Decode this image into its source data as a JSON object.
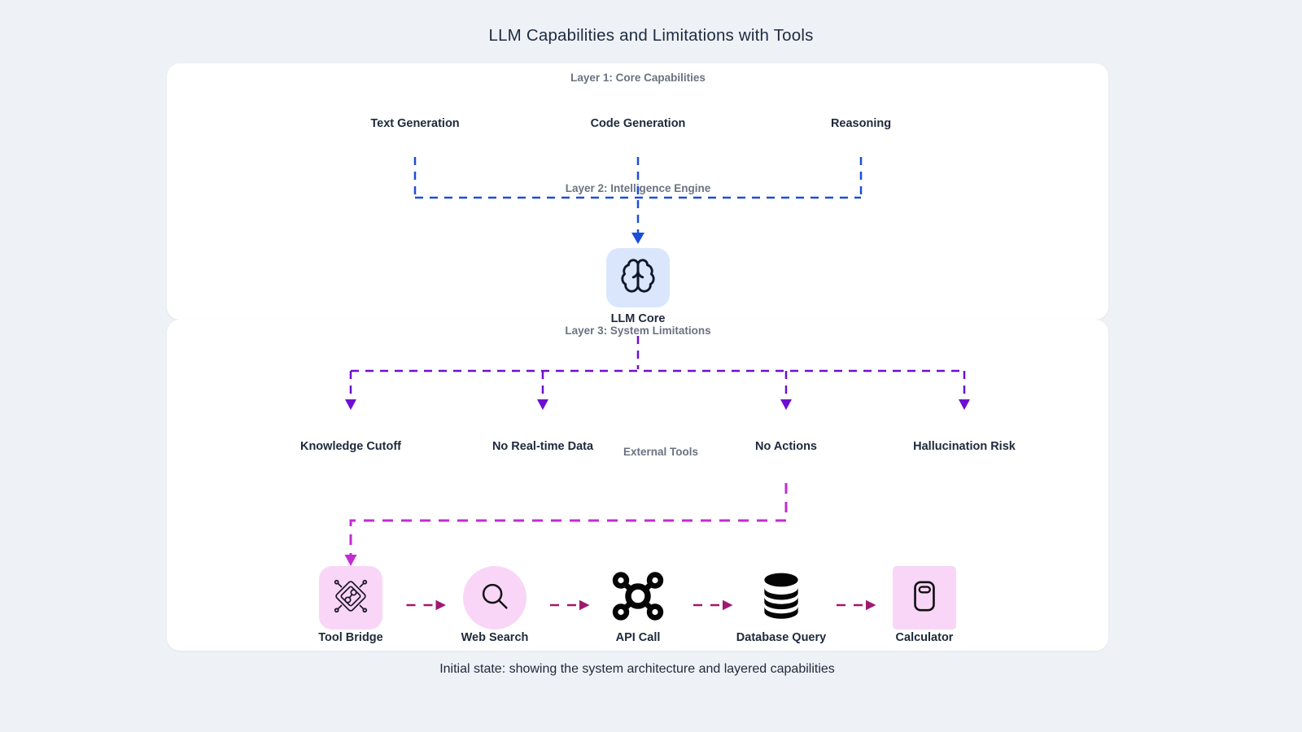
{
  "page": {
    "title": "LLM Capabilities and Limitations with Tools",
    "caption": "Initial state: showing the system architecture and layered capabilities",
    "background_color": "#eef2f7",
    "card_color": "#ffffff"
  },
  "layer_labels": {
    "layer1": "Layer 1: Core Capabilities",
    "layer2": "Layer 2: Intelligence Engine",
    "layer3": "Layer 3: System Limitations",
    "external_tools": "External Tools"
  },
  "capabilities": [
    {
      "label": "Text Generation"
    },
    {
      "label": "Code Generation"
    },
    {
      "label": "Reasoning"
    }
  ],
  "core": {
    "label": "LLM Core",
    "icon": "brain-icon",
    "bg_color": "#d9e6fc"
  },
  "limitations": [
    {
      "label": "Knowledge Cutoff"
    },
    {
      "label": "No Real-time Data"
    },
    {
      "label": "No Actions"
    },
    {
      "label": "Hallucination Risk"
    }
  ],
  "tools": [
    {
      "label": "Tool Bridge",
      "icon": "circuit-chip-icon",
      "has_bg": true
    },
    {
      "label": "Web Search",
      "icon": "magnifier-icon",
      "has_bg": true
    },
    {
      "label": "API Call",
      "icon": "network-nodes-icon",
      "has_bg": false
    },
    {
      "label": "Database Query",
      "icon": "database-icon",
      "has_bg": false
    },
    {
      "label": "Calculator",
      "icon": "calculator-icon",
      "has_bg": true
    }
  ],
  "colors": {
    "layer1_connector_blue": "#1d4ed8",
    "layer3_connector_purple": "#6d0fd0",
    "tools_connector_magenta": "#c32cd1",
    "tool_chain_arrow": "#a1196f",
    "tool_bg_pink": "#f9d6f8",
    "core_bg_blue": "#d9e6fc",
    "muted_label": "#6b7280",
    "dark_text": "#1e293b"
  }
}
